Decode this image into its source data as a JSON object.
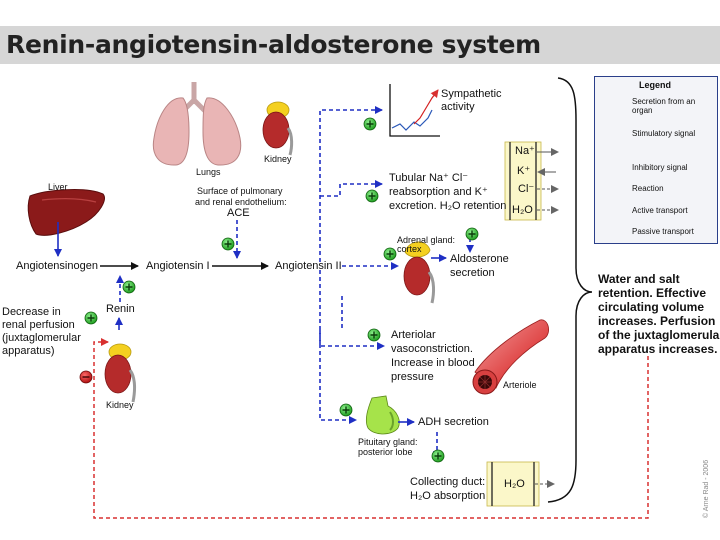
{
  "title": "Renin-angiotensin-aldosterone system",
  "organs": {
    "lungs": "Lungs",
    "kidney_top": "Kidney",
    "liver": "Liver",
    "kidney_bottom": "Kidney",
    "arteriole": "Arteriole"
  },
  "pathway": {
    "angiotensinogen": "Angiotensinogen",
    "angiotensin1": "Angiotensin I",
    "angiotensin2": "Angiotensin II",
    "renin": "Renin",
    "surface_line1": "Surface of pulmonary",
    "surface_line2": "and renal endothelium:",
    "ace": "ACE"
  },
  "trigger": [
    "Decrease in",
    "renal perfusion",
    "(juxtaglomerular",
    "apparatus)"
  ],
  "effects": {
    "sympathetic": [
      "Sympathetic",
      "activity"
    ],
    "tubular": [
      "Tubular Na⁺ Cl⁻",
      "reabsorption and K⁺",
      "excretion. H₂O retention"
    ],
    "adrenal_label": [
      "Adrenal gland:",
      "cortex"
    ],
    "aldosterone": [
      "Aldosterone",
      "secretion"
    ],
    "arteriolar": [
      "Arteriolar",
      "vasoconstriction.",
      "Increase in blood",
      "pressure"
    ],
    "pituitary_label": [
      "Pituitary gland:",
      "posterior lobe"
    ],
    "adh": "ADH secretion",
    "collecting": [
      "Collecting duct:",
      "H₂O absorption"
    ]
  },
  "ions": [
    "Na⁺",
    "K⁺",
    "Cl⁻",
    "H₂O"
  ],
  "water_ion": "H₂O",
  "result": [
    "Water and salt",
    "retention. Effective",
    "circulating volume",
    "increases. Perfusion",
    "of the juxtaglomerular",
    "apparatus increases."
  ],
  "legend": {
    "title": "Legend",
    "items": [
      "Secretion from an organ",
      "Stimulatory signal",
      "Inhibitory signal",
      "Reaction",
      "Active transport",
      "Passive transport"
    ]
  },
  "copyright": "© Arne Rad - 2006",
  "colors": {
    "secretion": "#1f2fc4",
    "stimulatory": "#2db52d",
    "inhibitory": "#d42020",
    "inhibitory_line": "#d83030",
    "title_bar": "#d6d6d6"
  }
}
